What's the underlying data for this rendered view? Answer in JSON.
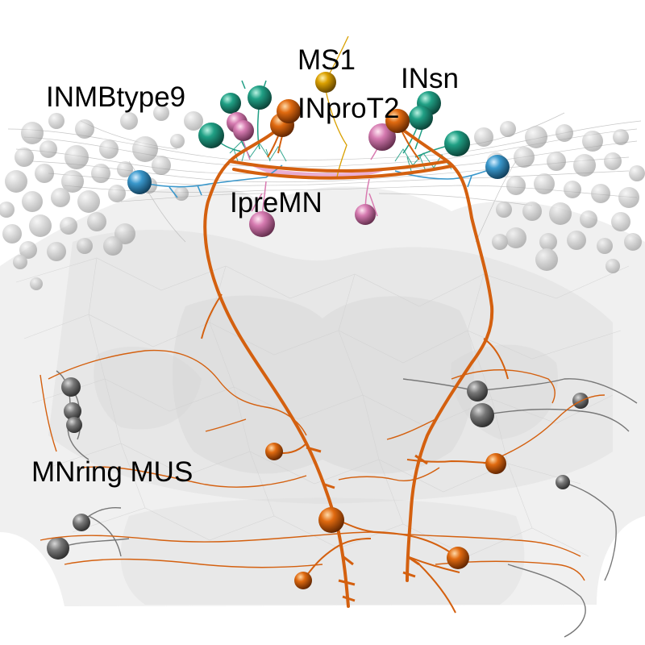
{
  "labels": {
    "ms1": "MS1",
    "insn": "INsn",
    "inmb": "INMBtype9",
    "inprot2": "INproT2",
    "ipremn": "IpreMN",
    "mnring": "MNring MUS"
  },
  "colors": {
    "background": "#ffffff",
    "tissue": "#e6e6e6",
    "orange_neuron": "#d4600f",
    "teal_neuron": "#1f9e84",
    "pink_neuron": "#d97bb1",
    "blue_neuron": "#3a98cc",
    "gold_neuron": "#d9a000",
    "grey_neuron": "#7a7a7a",
    "grey_soma": "#b8b8b8"
  }
}
